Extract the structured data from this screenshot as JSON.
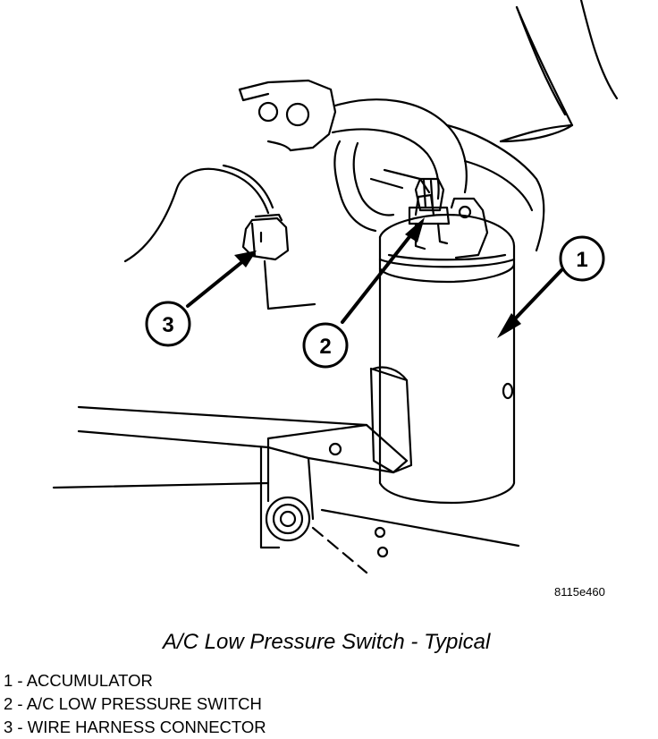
{
  "figure_id": "8115e460",
  "caption": "A/C Low Pressure Switch - Typical",
  "callouts": [
    {
      "number": "1"
    },
    {
      "number": "2"
    },
    {
      "number": "3"
    }
  ],
  "legend": [
    {
      "text": "1 - ACCUMULATOR"
    },
    {
      "text": "2 - A/C LOW PRESSURE SWITCH"
    },
    {
      "text": "3 - WIRE HARNESS CONNECTOR"
    }
  ],
  "colors": {
    "ink": "#000000",
    "background": "#ffffff"
  }
}
